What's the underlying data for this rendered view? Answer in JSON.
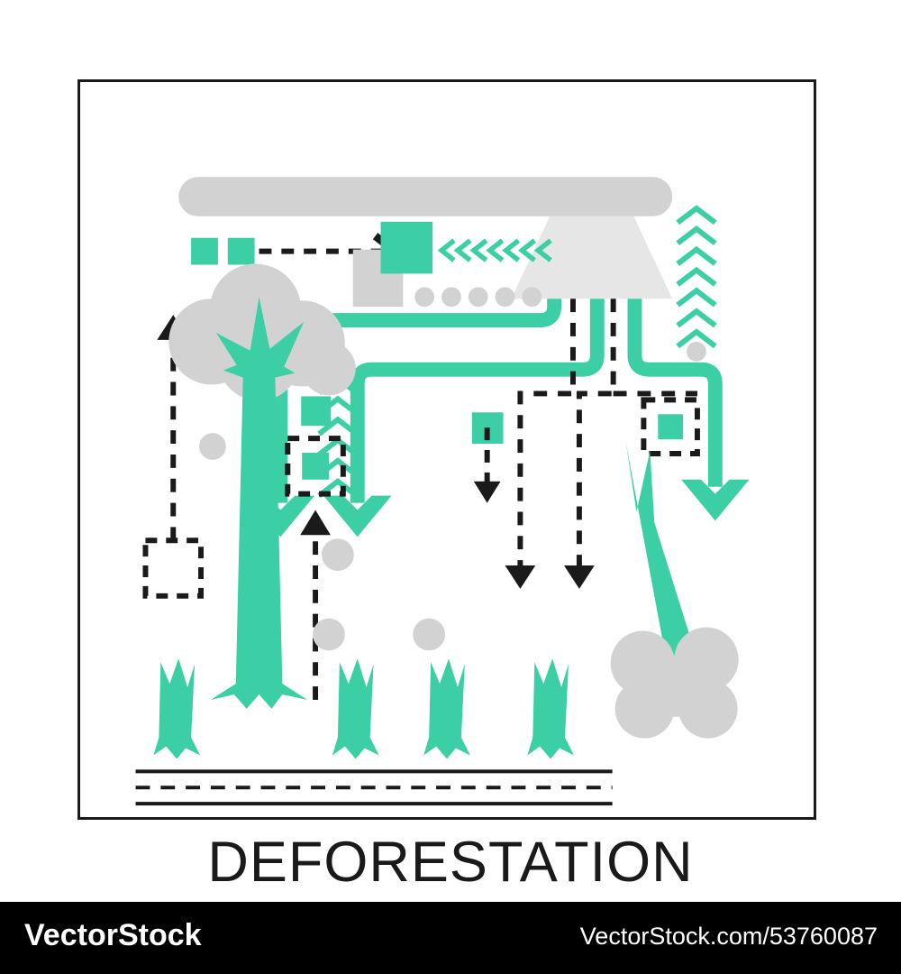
{
  "page": {
    "title": "DEFORESTATION",
    "background": "#ffffff"
  },
  "colors": {
    "accent_green": "#3ccfa5",
    "gray_light": "#d2d2d2",
    "gray_pale": "#e6e6e6",
    "black": "#1a1a1a",
    "white": "#ffffff",
    "footer_bg": "#000000"
  },
  "frame": {
    "name": "illustration-frame",
    "border_color": "#1a1a1a",
    "border_width": 3
  },
  "illustration": {
    "name": "deforestation-scene",
    "elements": [
      {
        "name": "cloud-bar",
        "type": "rounded-bar",
        "color": "#d2d2d2"
      },
      {
        "name": "smokestack-plume",
        "type": "trapezoid",
        "color": "#e6e6e6"
      },
      {
        "name": "chevron-row-left",
        "type": "chevrons",
        "direction": "left",
        "count": 7,
        "color": "#3ccfa5"
      },
      {
        "name": "chevron-stack-right",
        "type": "chevrons",
        "direction": "up",
        "count": 7,
        "color": "#3ccfa5"
      },
      {
        "name": "chevron-stack-middle",
        "type": "chevrons",
        "direction": "up",
        "count": 7,
        "color": "#3ccfa5"
      },
      {
        "name": "dot-row",
        "type": "dots",
        "count": 5,
        "color": "#d2d2d2"
      },
      {
        "name": "standing-tree",
        "type": "tree",
        "foliage": "#d2d2d2",
        "trunk": "#3ccfa5"
      },
      {
        "name": "falling-tree",
        "type": "tree-falling",
        "foliage": "#d2d2d2",
        "trunk": "#3ccfa5"
      },
      {
        "name": "tree-stumps",
        "type": "stumps",
        "count": 4,
        "color": "#3ccfa5"
      },
      {
        "name": "ground-lines",
        "type": "lines",
        "pattern": "solid-dashed-solid",
        "color": "#1a1a1a"
      },
      {
        "name": "green-pipe-arrows",
        "type": "pipes",
        "count": 4,
        "color": "#3ccfa5"
      },
      {
        "name": "dashed-flow-arrows",
        "type": "dashed-paths",
        "color": "#1a1a1a"
      },
      {
        "name": "green-square-marker-large",
        "type": "square",
        "color": "#3ccfa5"
      },
      {
        "name": "gray-square-marker",
        "type": "square",
        "color": "#d2d2d2"
      },
      {
        "name": "dashed-placeholder-box",
        "type": "dashed-square",
        "color": "#1a1a1a"
      }
    ]
  },
  "footer": {
    "brand": "VectorStock",
    "url": "VectorStock.com/53760087",
    "background": "#000000",
    "text_color": "#ffffff"
  }
}
